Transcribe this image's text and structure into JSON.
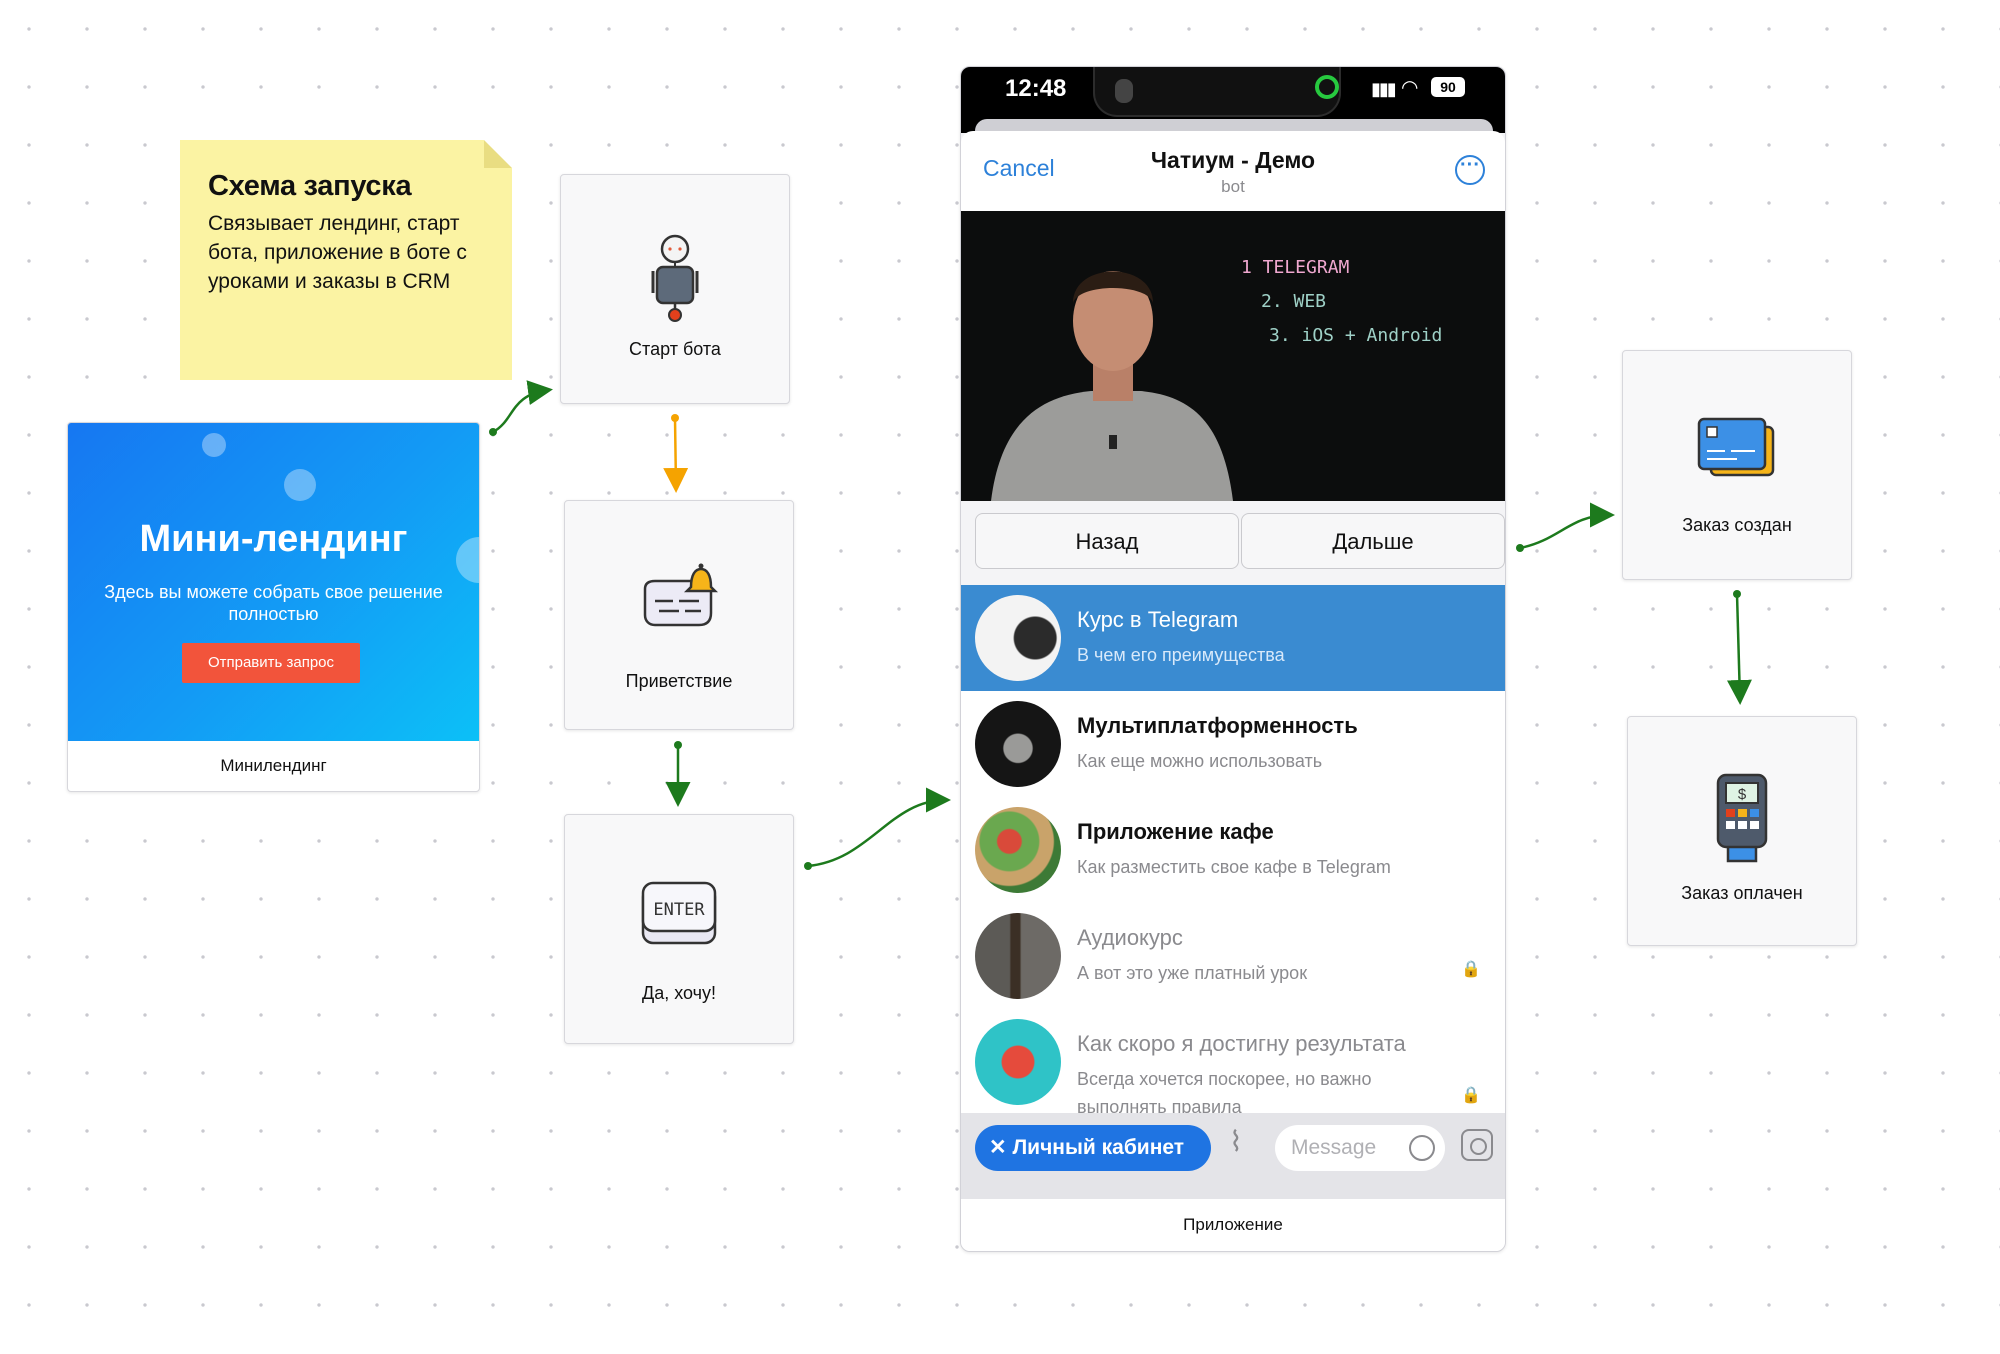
{
  "sticky": {
    "title": "Схема запуска",
    "text": "Связывает лендинг, старт бота, приложение в боте с уроками и заказы в CRM"
  },
  "landing": {
    "heading": "Мини-лендинг",
    "subtitle": "Здесь вы можете собрать свое решение полностью",
    "button": "Отправить запрос",
    "caption": "Минилендинг"
  },
  "nodes": {
    "bot_start": "Старт бота",
    "greeting": "Приветствие",
    "yes": "Да, хочу!",
    "order_created": "Заказ создан",
    "order_paid": "Заказ оплачен",
    "enter_key": "ENTER"
  },
  "phone": {
    "time": "12:48",
    "battery": "90",
    "cancel": "Cancel",
    "title": "Чатиум - Демо",
    "subtitle": "bot",
    "board_lines": [
      "1 TELEGRAM",
      "2. WEB",
      "3. iOS + Android"
    ],
    "back": "Назад",
    "next": "Дальше",
    "items": [
      {
        "title": "Курс в Telegram",
        "subtitle": "В чем его преимущества"
      },
      {
        "title": "Мультиплатформенность",
        "subtitle": "Как еще можно использовать"
      },
      {
        "title": "Приложение кафе",
        "subtitle": "Как разместить свое кафе в Telegram"
      },
      {
        "title": "Аудиокурс",
        "subtitle": "А вот это уже платный урок"
      },
      {
        "title": "Как скоро я достигну результата",
        "subtitle": "Всегда хочется поскорее, но важно выполнять правила"
      }
    ],
    "cabinet": "Личный кабинет",
    "message_placeholder": "Message",
    "caption": "Приложение"
  },
  "colors": {
    "arrow_green": "#1d7a1d",
    "arrow_orange": "#f5a300",
    "sticky": "#fbf3a3",
    "selected_row": "#3a8bd1",
    "tg_blue": "#2d81d9"
  }
}
